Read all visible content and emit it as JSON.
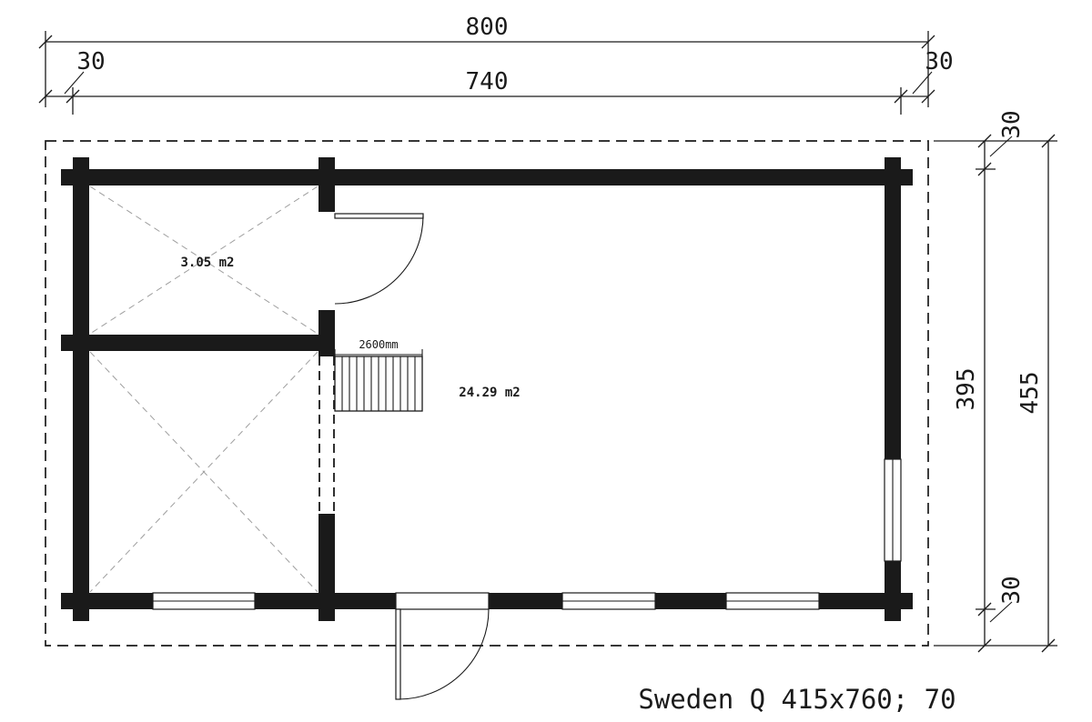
{
  "title": "Sweden Q 415x760; 70",
  "dimensions": {
    "top": {
      "total": "800",
      "left_overhang": "30",
      "inner": "740",
      "right_overhang": "30"
    },
    "right": {
      "top_overhang": "30",
      "inner": "395",
      "total": "455",
      "bottom_overhang": "30"
    }
  },
  "rooms": {
    "small_room_area": "3.05 m2",
    "main_room_area": "24.29 m2"
  },
  "stairs": {
    "width": "2600mm"
  },
  "colors": {
    "line": "#1a1a1a",
    "diagonal": "#9e9e9e"
  }
}
